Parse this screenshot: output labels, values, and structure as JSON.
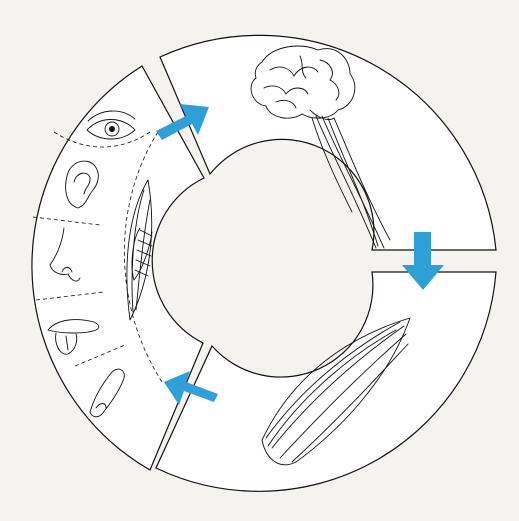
{
  "diagram": {
    "type": "reflex-cycle",
    "background_color": "#f4f3ef",
    "segment_fill": "#ffffff",
    "stroke_color": "#111111",
    "arrow_color": "#2f9fd8",
    "segments": [
      {
        "id": "sensory-input",
        "icons": [
          "eye-icon",
          "ear-icon",
          "nose-icon",
          "tongue-icon",
          "finger-icon",
          "muscle-spindle-icon"
        ]
      },
      {
        "id": "brain-spinal-cord",
        "icons": [
          "brain-icon",
          "spinal-cord-icon"
        ]
      },
      {
        "id": "muscle-output",
        "icons": [
          "muscle-icon"
        ]
      }
    ],
    "arrows": [
      "sensory-to-brain-arrow",
      "brain-to-muscle-arrow",
      "muscle-to-sensory-arrow"
    ]
  }
}
